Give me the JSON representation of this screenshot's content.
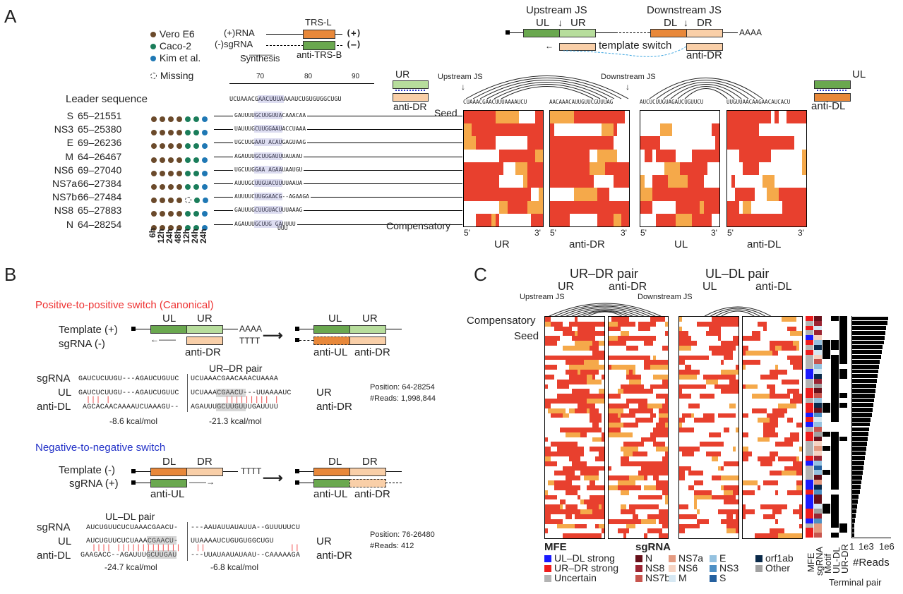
{
  "colors": {
    "strong": "#e8402e",
    "weak": "#f5a94a",
    "green_dark": "#6aa84f",
    "green_light": "#b7dd9c",
    "orange_dark": "#e8883a",
    "orange_light": "#f9cfa8",
    "brown": "#6b4a2b",
    "teal": "#1a7d5a",
    "blue": "#1f78b4"
  },
  "panelA": {
    "letter": "A",
    "legend": [
      {
        "label": "Vero E6",
        "color": "#6b4a2b"
      },
      {
        "label": "Caco-2",
        "color": "#1a7d5a"
      },
      {
        "label": "Kim et al.",
        "color": "#1f78b4"
      },
      {
        "label": "Missing",
        "color": "dashed"
      }
    ],
    "top_diag": {
      "plus": "(+)RNA",
      "minus": "(-)sgRNA",
      "trs": "TRS-L",
      "anti": "anti-TRS-B",
      "synthesis": "Synthesis",
      "plus_sym": "(+)",
      "minus_sym": "(–)"
    },
    "leader_title": "Leader sequence",
    "ruler_ticks": [
      "70",
      "80",
      "90"
    ],
    "leader_seq": "UCUAAACGAACUUUAAAAUCUGUGUGGCUGU",
    "time_labels": [
      "6h",
      "12h",
      "24h",
      "48h",
      "12h",
      "24h",
      "24h"
    ],
    "rows": [
      {
        "gene": "S",
        "pos": "65–21551",
        "seq": "GAUUUUGCUUGUUACAAACAA"
      },
      {
        "gene": "NS3",
        "pos": "65–25380",
        "seq": "UAUUUGCUUGGAAUACCUAAA"
      },
      {
        "gene": "E",
        "pos": "69–26236",
        "seq": "UGCUUGAAU        ACAUGAGUAAG"
      },
      {
        "gene": "M",
        "pos": "64–26467",
        "seq": "AGAUUUGCUUGAUUUAUAAU"
      },
      {
        "gene": "NS6",
        "pos": "69–27040",
        "seq": "UGCUUGGAA    AGAAUAAUGU"
      },
      {
        "gene": "NS7a",
        "pos": "66–27384",
        "seq": "AUUUGCUUGUACUUUUAAUA"
      },
      {
        "gene": "NS7b",
        "pos": "66–27484",
        "seq": "AUUUUCUUGGAACG--AGAAGA"
      },
      {
        "gene": "NS8",
        "pos": "65–27883",
        "seq": "GAUUUGCUUGUACUUUAAAG"
      },
      {
        "gene": "N",
        "pos": "64–28254",
        "seq": "AGAUUUGCUUG GAUUUU"
      }
    ],
    "extra_seq": "UUU",
    "right_diag": {
      "ujs": "Upstream JS",
      "djs": "Downstream JS",
      "ul": "UL",
      "ur": "UR",
      "dl": "DL",
      "dr": "DR",
      "aaaa": "AAAA",
      "switch": "template switch",
      "anti_dr": "anti-DR"
    },
    "heat_top_labels": {
      "ujs": "Upstream JS",
      "djs": "Downstream JS"
    },
    "heat_seqs": [
      "CUAAACGAACUUUAAAAUCU",
      "AACAAACAUUGUUCGUUUAG",
      "AUCUCUUGUAGAUCUGUUCU",
      "UUGUUAACAAGAACAUCACU"
    ],
    "seed": "Seed",
    "compensatory": "Compensatory",
    "heat_bottom": [
      "UR",
      "anti-DR",
      "UL",
      "anti-DL"
    ],
    "five": "5'",
    "three": "3'",
    "side_ur": "UR",
    "side_antidr": "anti-DR",
    "side_ul": "UL",
    "side_antidl": "anti-DL"
  },
  "panelB": {
    "letter": "B",
    "pos_title": "Positive-to-positive switch (Canonical)",
    "neg_title": "Negative-to-negative switch",
    "template_plus": "Template (+)",
    "sgrna_minus": "sgRNA (-)",
    "template_minus": "Template (-)",
    "sgrna_plus": "sgRNA (+)",
    "ul": "UL",
    "ur": "UR",
    "dl": "DL",
    "dr": "DR",
    "aaaa": "AAAA",
    "tttt": "TTTT",
    "anti_dr": "anti-DR",
    "anti_ul": "anti-UL",
    "anti_ul_anti_dr": [
      "anti-UL",
      "anti-DR"
    ],
    "urdr_pair": "UR–DR pair",
    "uldl_pair": "UL–DL pair",
    "seqs1": {
      "sgRNA_l": "GAUCUCUUGU---AGAUCUGUUC",
      "sgRNA_r": "UCUAAACGAACAAACUAAAA",
      "UL_l": "GAUCUCUUGU---AGAUCUGUUC",
      "UL_r": "UCUAAACGAACU---UUAAAAUC",
      "antiDL_l": "AGCACAACAAAAUCUAAAGU--",
      "antiDL_r": "AGAUUUGCUUGUUUGAUUUU"
    },
    "labels1": {
      "sgRNA": "sgRNA",
      "UL": "UL",
      "antiDL": "anti-DL",
      "UR": "UR",
      "antiDR": "anti-DR"
    },
    "kcal1": [
      "-8.6 kcal/mol",
      "-21.3 kcal/mol"
    ],
    "info1": [
      "Position: 64-28254",
      "#Reads: 1,998,844"
    ],
    "seqs2": {
      "sgRNA_l": "AUCUGUUCUCUAAACGAACU-",
      "sgRNA_r": "---AAUAUUAUAUUA--GUUUUUCU",
      "UL_l": "AUCUGUUCUCUAAACGAACU-",
      "UL_r": "UUAAAAUCUGUGUGGCUGU",
      "antiDL_l": "GAAGACC--AGAUUUGCUUGAU",
      "antiDL_r": "---UUAUAAUAUAAU--CAAAAAGA"
    },
    "kcal2": [
      "-24.7 kcal/mol",
      "-6.8 kcal/mol"
    ],
    "info2": [
      "Position: 76-26480",
      "#Reads: 412"
    ]
  },
  "panelC": {
    "letter": "C",
    "urdr": "UR–DR pair",
    "uldl": "UL–DL pair",
    "ur": "UR",
    "antidr": "anti-DR",
    "ul": "UL",
    "antidl": "anti-DL",
    "ujs": "Upstream JS",
    "djs": "Downstream JS",
    "compensatory": "Compensatory",
    "seed": "Seed",
    "col_labels": [
      "MFE",
      "sgRNA",
      "Motif",
      "UL-DL",
      "UR-DR"
    ],
    "reads_axis": [
      "1",
      "1e3",
      "1e6"
    ],
    "reads_label": "#Reads",
    "terminal_pair": "Terminal pair",
    "mfe_title": "MFE",
    "mfe_items": [
      {
        "label": "UL–DL strong",
        "color": "#1a1aff"
      },
      {
        "label": "UR–DR strong",
        "color": "#ee1c1c"
      },
      {
        "label": "Uncertain",
        "color": "#b3b3b3"
      }
    ],
    "sgrna_title": "sgRNA",
    "sgrna_items": [
      {
        "label": "N",
        "color": "#67101a"
      },
      {
        "label": "NS8",
        "color": "#9c2432"
      },
      {
        "label": "NS7b",
        "color": "#c8554e"
      },
      {
        "label": "NS7a",
        "color": "#e49a80"
      },
      {
        "label": "NS6",
        "color": "#f6d3c2"
      },
      {
        "label": "M",
        "color": "#d6e8f3"
      },
      {
        "label": "E",
        "color": "#95c2e0"
      },
      {
        "label": "NS3",
        "color": "#4d8fc4"
      },
      {
        "label": "S",
        "color": "#24609f"
      },
      {
        "label": "orf1ab",
        "color": "#0a2a4a"
      },
      {
        "label": "Other",
        "color": "#a0a0a0"
      }
    ]
  }
}
